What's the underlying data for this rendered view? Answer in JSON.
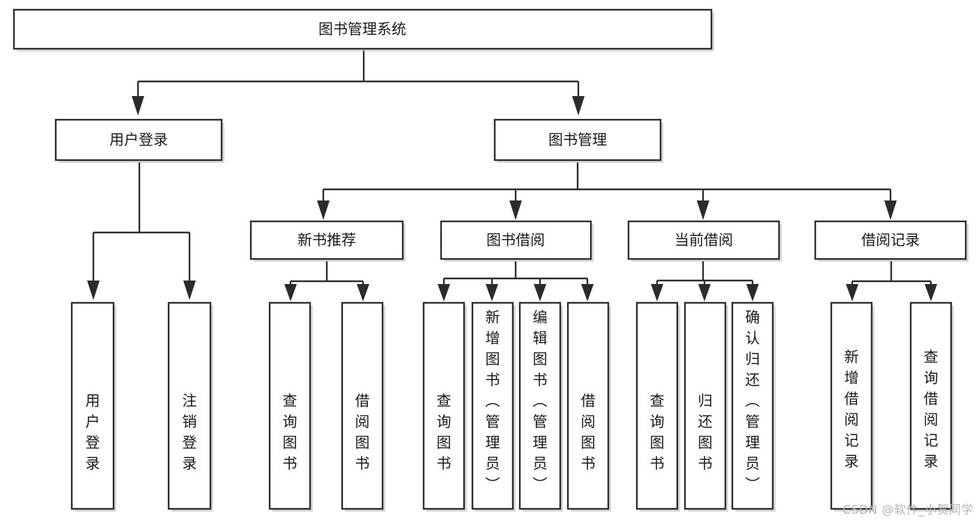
{
  "diagram": {
    "title": "图书管理系统",
    "type": "tree",
    "watermark": "CSDN @软件_小贺同学",
    "levels": {
      "root": {
        "label": "图书管理系统"
      },
      "level2": [
        {
          "id": "user-login",
          "label": "用户登录"
        },
        {
          "id": "book-manage",
          "label": "图书管理"
        }
      ],
      "level3": [
        {
          "id": "new-book-recommend",
          "label": "新书推荐",
          "parent": "book-manage"
        },
        {
          "id": "book-borrow",
          "label": "图书借阅",
          "parent": "book-manage"
        },
        {
          "id": "current-borrow",
          "label": "当前借阅",
          "parent": "book-manage"
        },
        {
          "id": "borrow-record",
          "label": "借阅记录",
          "parent": "book-manage"
        }
      ],
      "leaves": {
        "user-login": [
          {
            "id": "leaf-user-login",
            "label": "用户登录"
          },
          {
            "id": "leaf-user-logout",
            "label": "注销登录"
          }
        ],
        "new-book-recommend": [
          {
            "id": "leaf-query-book-1",
            "label": "查询图书"
          },
          {
            "id": "leaf-borrow-book-1",
            "label": "借阅图书"
          }
        ],
        "book-borrow": [
          {
            "id": "leaf-query-book-2",
            "label": "查询图书"
          },
          {
            "id": "leaf-add-book",
            "label": "新增图书（管理员）"
          },
          {
            "id": "leaf-edit-book",
            "label": "编辑图书（管理员）"
          },
          {
            "id": "leaf-borrow-book-2",
            "label": "借阅图书"
          }
        ],
        "current-borrow": [
          {
            "id": "leaf-query-book-3",
            "label": "查询图书"
          },
          {
            "id": "leaf-return-book",
            "label": "归还图书"
          },
          {
            "id": "leaf-confirm-return",
            "label": "确认归还（管理员）"
          }
        ],
        "borrow-record": [
          {
            "id": "leaf-add-record",
            "label": "新增借阅记录"
          },
          {
            "id": "leaf-query-record",
            "label": "查询借阅记录"
          }
        ]
      }
    },
    "colors": {
      "box_stroke": "#2b2b2b",
      "box_fill": "#ffffff",
      "text": "#1a1a1a",
      "connector": "#2b2b2b",
      "watermark": "#b4b4b4",
      "background": "#ffffff"
    }
  }
}
